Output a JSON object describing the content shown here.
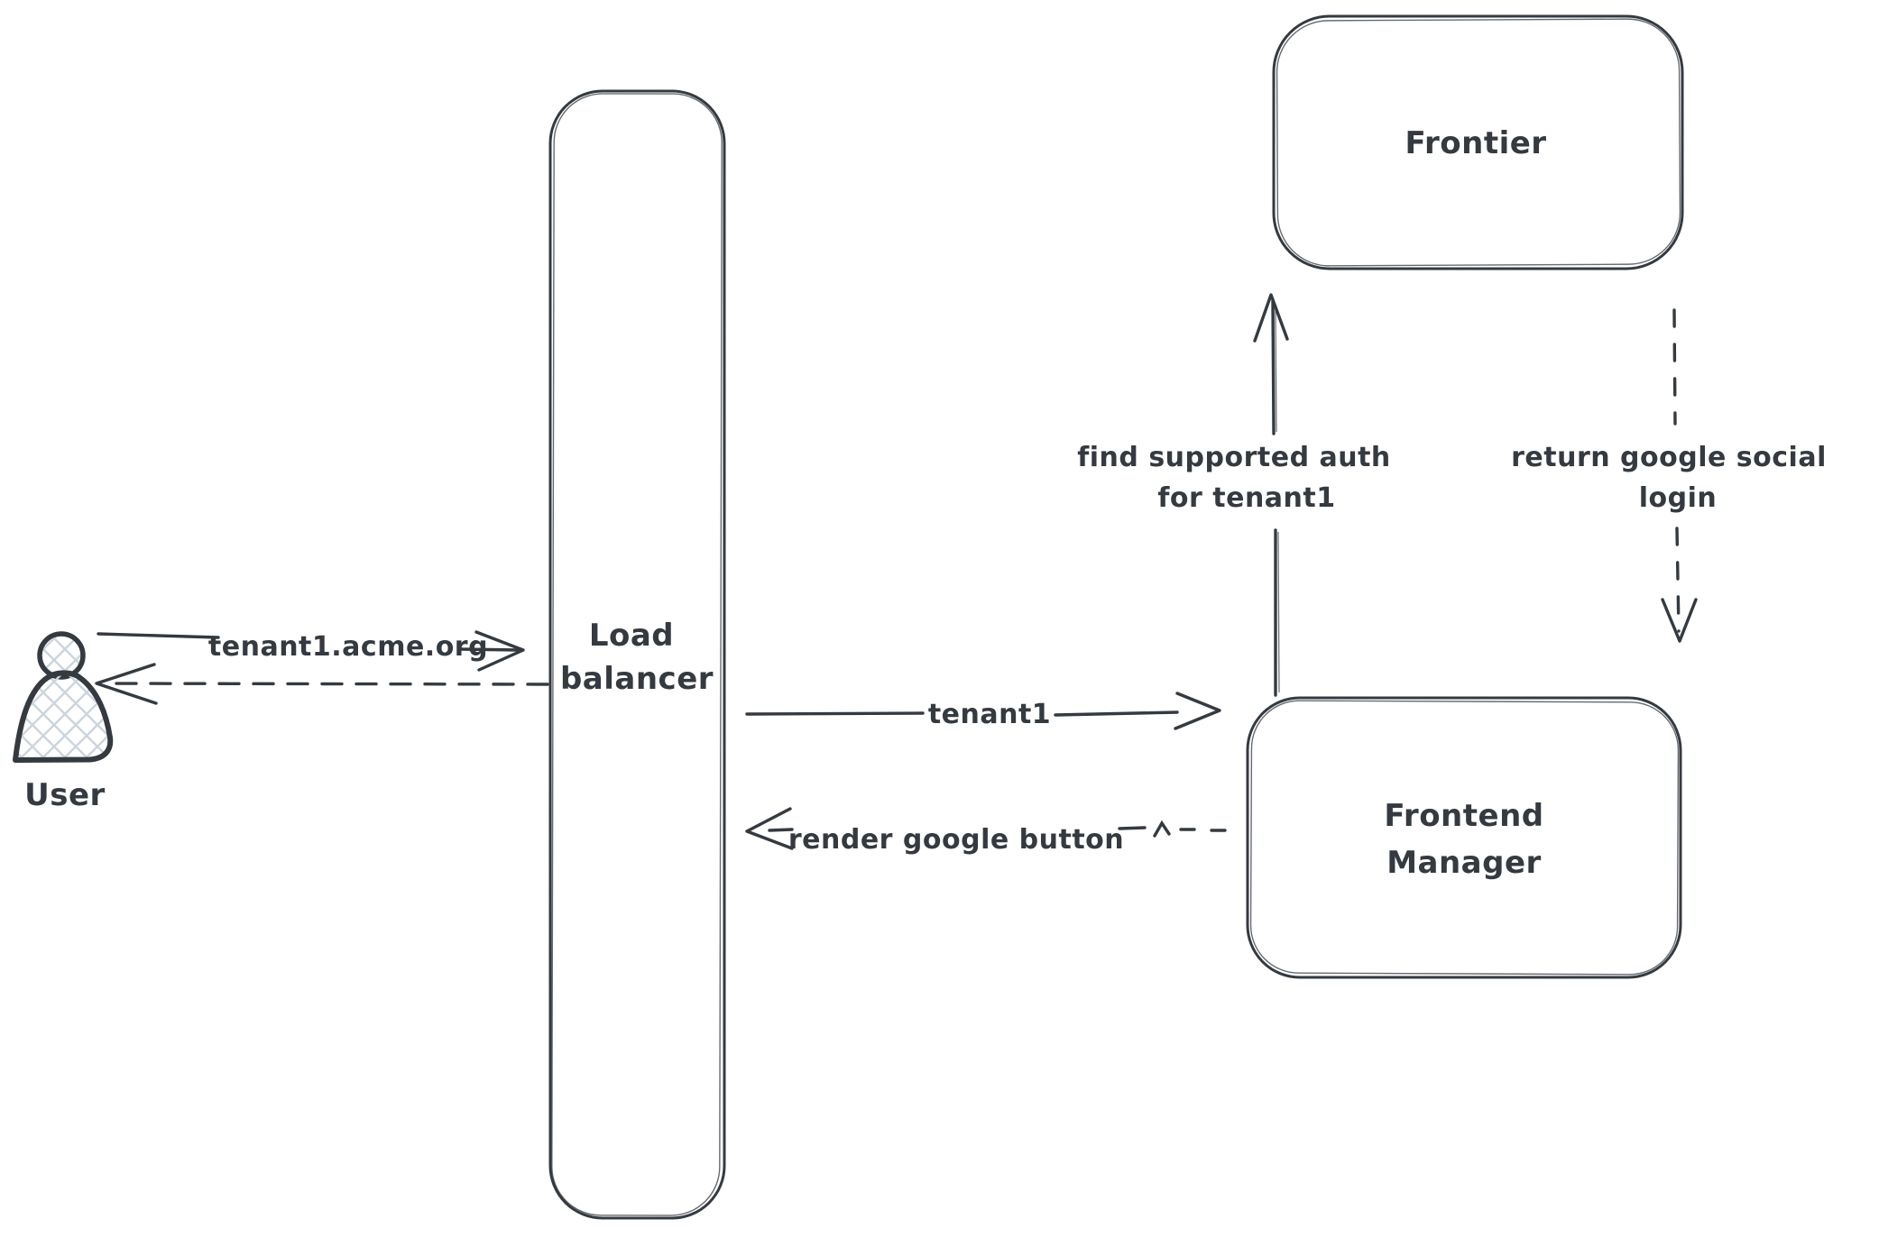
{
  "canvas": {
    "background": "#ffffff",
    "stroke_color": "#343a40",
    "hatch_color": "#ccd5dd"
  },
  "actors": {
    "user": {
      "label": "User"
    }
  },
  "nodes": {
    "load_balancer": {
      "lines": [
        "Load",
        "balancer"
      ]
    },
    "frontier": {
      "label": "Frontier"
    },
    "frontend_manager": {
      "lines": [
        "Frontend",
        "Manager"
      ]
    }
  },
  "messages": {
    "user_request": {
      "label": "tenant1.acme.org",
      "from": "User",
      "to": "Load balancer",
      "style": "solid"
    },
    "user_response": {
      "label": "",
      "from": "Load balancer",
      "to": "User",
      "style": "dashed"
    },
    "lb_to_fm": {
      "label": "tenant1",
      "from": "Load balancer",
      "to": "Frontend Manager",
      "style": "solid"
    },
    "fm_to_lb": {
      "label": "render google button",
      "from": "Frontend Manager",
      "to": "Load balancer",
      "style": "dashed"
    },
    "fm_to_frontier": {
      "label_line1": "find supported auth",
      "label_line2": "for tenant1",
      "from": "Frontend Manager",
      "to": "Frontier",
      "style": "solid"
    },
    "frontier_to_fm": {
      "label_line1": "return google social",
      "label_line2": "login",
      "from": "Frontier",
      "to": "Frontend Manager",
      "style": "dashed"
    }
  }
}
